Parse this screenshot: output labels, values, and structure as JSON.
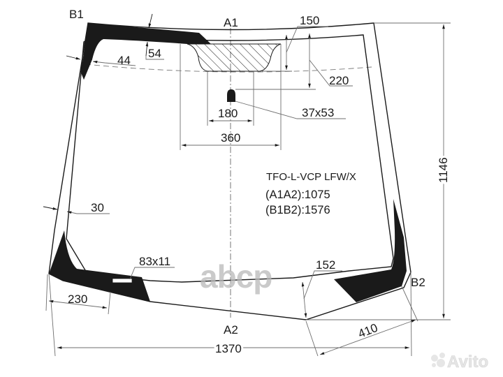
{
  "drawing": {
    "part_code": "TFO-L-VCP LFW/X",
    "diagonals": [
      {
        "label": "(A1A2):1075"
      },
      {
        "label": "(B1B2):1576"
      }
    ],
    "points": {
      "a1": "A1",
      "a2": "A2",
      "b1": "B1",
      "b2": "B2"
    },
    "dimensions": {
      "top_band_thickness": "54",
      "top_left_edge_width": "44",
      "side_edge_width": "30",
      "bottom_left_ceramic": "230",
      "sensor_area_depth": "150",
      "sensor_to_mirror": "220",
      "sensor_area_width_inner": "180",
      "sensor_area_width_outer": "360",
      "mirror_pad": "37x53",
      "vin_window": "83x11",
      "bottom_center_depth": "152",
      "bottom_right_ceramic": "410",
      "overall_width": "1370",
      "overall_height": "1146"
    },
    "colors": {
      "ceramic_band": "#1a1a1a",
      "outline": "#1a1a1a",
      "dimension_line": "#6e6e6e",
      "background": "#ffffff"
    }
  },
  "watermarks": {
    "center": "abcp",
    "corner": "Avito"
  }
}
